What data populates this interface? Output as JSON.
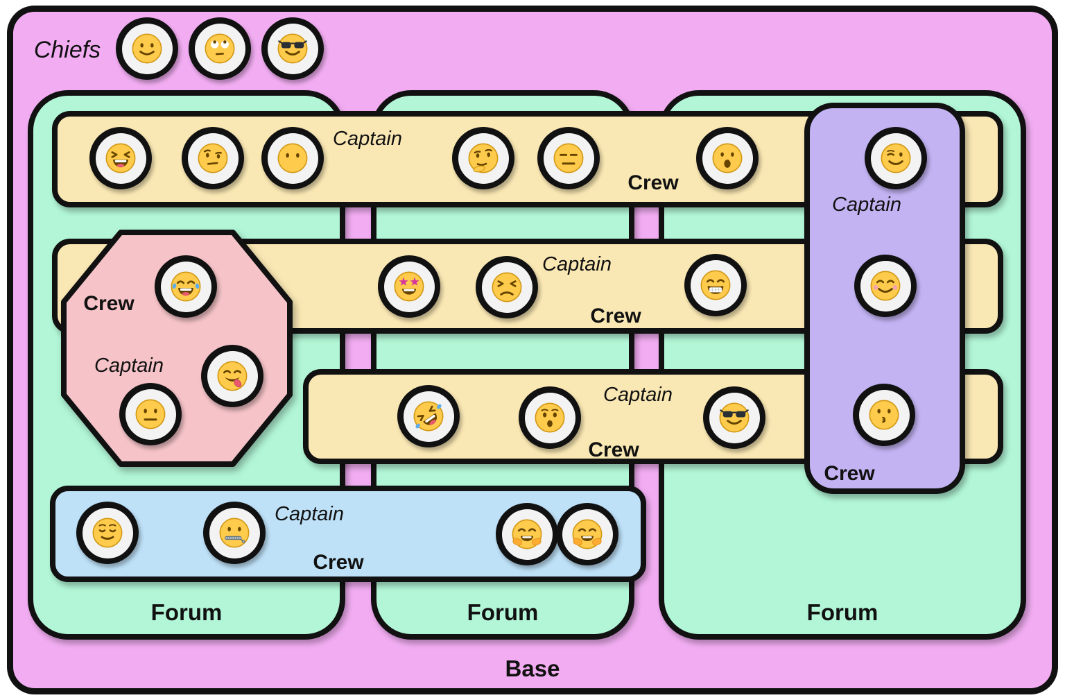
{
  "colors": {
    "ink": "#111111",
    "base-pink": "#F2ADF2",
    "forum-mint": "#B2F6D7",
    "bar-yellow": "#FAE8B4",
    "bar-blue": "#BEE1F8",
    "octagon-pink": "#F5C3C8",
    "card-purple": "#C3B3F3",
    "ring-black": "#111111",
    "disc-fill": "#F3F3F3"
  },
  "base": {
    "label": "Base"
  },
  "chiefs": {
    "label": "Chiefs",
    "members": [
      "slightly-smiling-face",
      "face-with-rolling-eyes",
      "smiling-face-with-sunglasses"
    ]
  },
  "forums": [
    {
      "label": "Forum"
    },
    {
      "label": "Forum"
    },
    {
      "label": "Forum"
    }
  ],
  "crews": [
    {
      "id": "crew-top-bar",
      "captain_label": "Captain",
      "crew_label": "Crew",
      "members": [
        "grinning-squinting-face",
        "face-with-raised-eyebrow",
        "face-without-mouth",
        "thinking-face",
        "expressionless-face",
        "face-with-open-mouth"
      ]
    },
    {
      "id": "crew-middle-bar",
      "captain_label": "Captain",
      "crew_label": "Crew",
      "members": [
        "star-struck",
        "persevering-face",
        "beaming-face-with-smiling-eyes"
      ]
    },
    {
      "id": "crew-lower-bar",
      "captain_label": "Captain",
      "crew_label": "Crew",
      "members": [
        "rolling-on-the-floor-laughing",
        "hushed-face",
        "smiling-face-with-sunglasses"
      ]
    },
    {
      "id": "crew-octagon",
      "captain_label": "Captain",
      "crew_label": "Crew",
      "members": [
        "face-with-tears-of-joy",
        "face-savoring-food",
        "neutral-face"
      ]
    },
    {
      "id": "crew-purple-card",
      "captain_label": "Captain",
      "crew_label": "Crew",
      "members": [
        "winking-face",
        "smiling-face-with-smiling-eyes",
        "kissing-face"
      ]
    },
    {
      "id": "crew-blue-bar",
      "captain_label": "Captain",
      "crew_label": "Crew",
      "members": [
        "relieved-face",
        "zipper-mouth-face",
        "hugging-face",
        "hugging-face"
      ]
    }
  ]
}
